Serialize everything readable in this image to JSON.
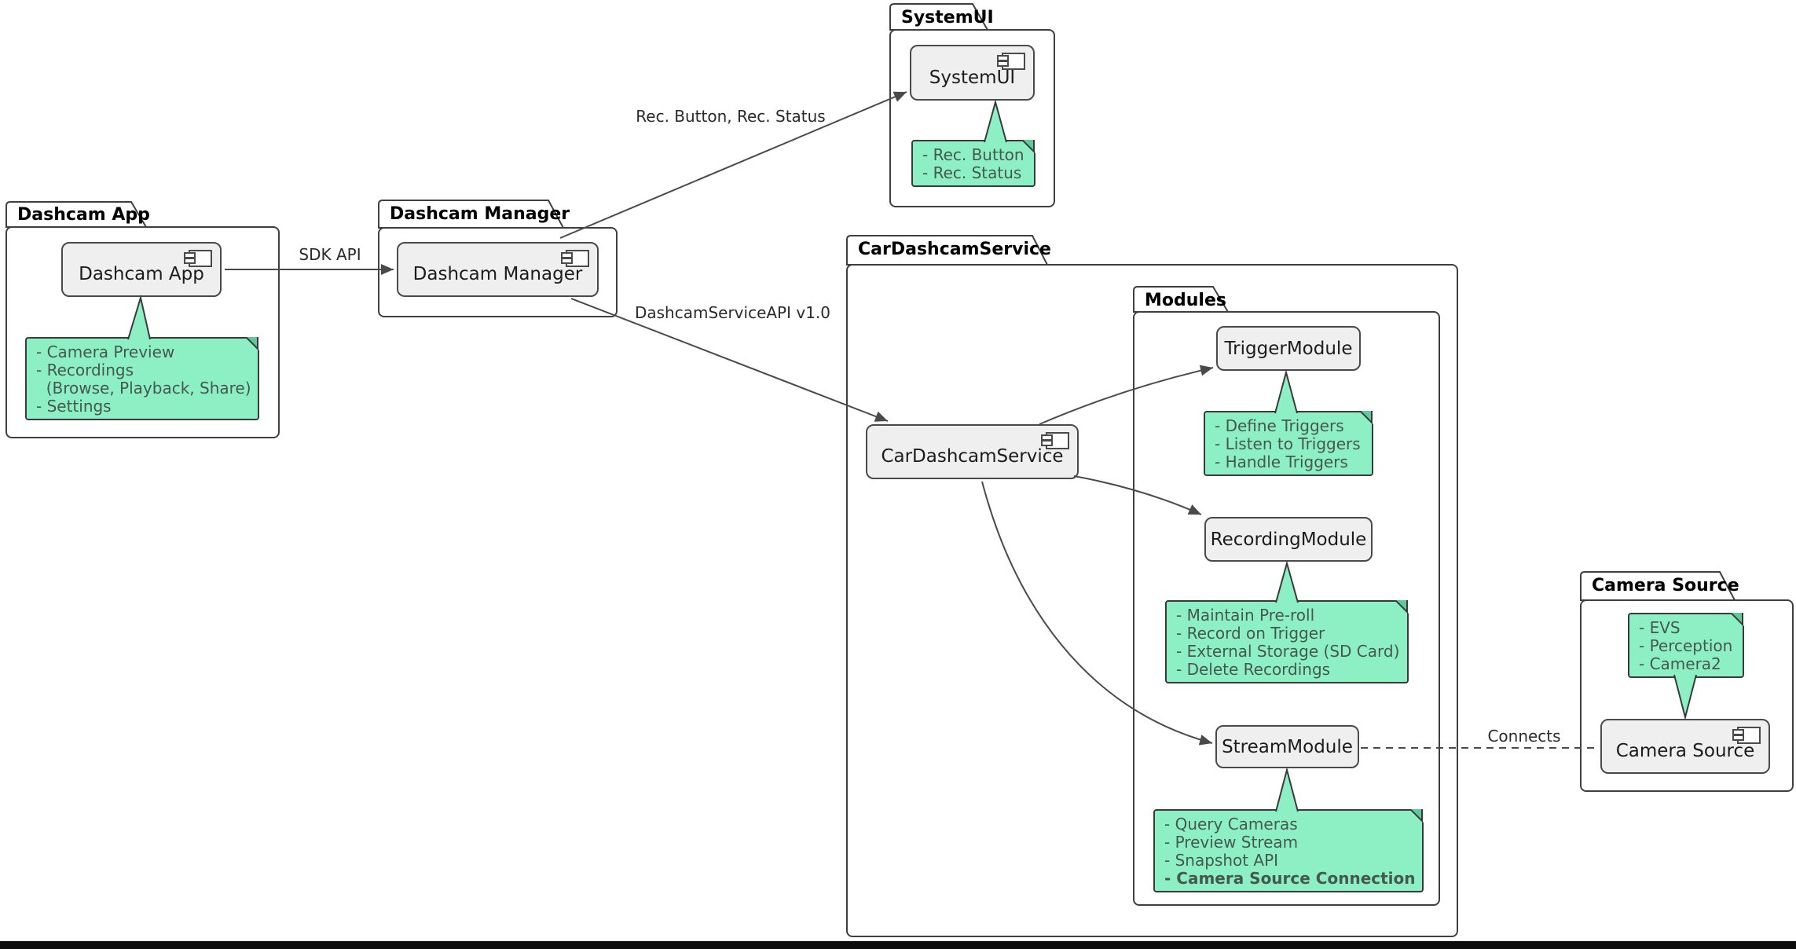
{
  "diagram": {
    "packages": {
      "dashcam_app": {
        "title": "Dashcam App"
      },
      "dashcam_manager": {
        "title": "Dashcam Manager"
      },
      "system_ui": {
        "title": "SystemUI"
      },
      "car_dashcam_service": {
        "title": "CarDashcamService"
      },
      "modules": {
        "title": "Modules"
      },
      "camera_source": {
        "title": "Camera Source"
      }
    },
    "components": {
      "dashcam_app": "Dashcam App",
      "dashcam_manager": "Dashcam Manager",
      "system_ui": "SystemUI",
      "car_dashcam_service": "CarDashcamService",
      "trigger_module": "TriggerModule",
      "recording_module": "RecordingModule",
      "stream_module": "StreamModule",
      "camera_source": "Camera Source"
    },
    "notes": {
      "dashcam_app": {
        "lines": [
          "- Camera Preview",
          "- Recordings",
          "  (Browse, Playback, Share)",
          "- Settings"
        ]
      },
      "system_ui": {
        "lines": [
          "- Rec. Button",
          "- Rec. Status"
        ]
      },
      "trigger": {
        "lines": [
          "- Define Triggers",
          "- Listen to Triggers",
          "- Handle Triggers"
        ]
      },
      "recording": {
        "lines": [
          "- Maintain Pre-roll",
          "- Record on Trigger",
          "- External Storage (SD Card)",
          "- Delete Recordings"
        ]
      },
      "stream": {
        "lines": [
          "- Query Cameras",
          "- Preview Stream",
          "- Snapshot API",
          "- Camera Source Connection"
        ]
      },
      "camera_source": {
        "lines": [
          "- EVS",
          "- Perception",
          "- Camera2"
        ]
      }
    },
    "edges": {
      "sdk_api": "SDK API",
      "rec_button_status": "Rec. Button, Rec. Status",
      "dashcam_service_api": "DashcamServiceAPI v1.0",
      "connects": "Connects"
    },
    "colors": {
      "note_fill": "#8DF0C5",
      "note_border": "#3A3A3A",
      "component_fill": "#EFEFEF",
      "component_border": "#4A4A4A",
      "arrow": "#4A4A4A",
      "bottom_bar": "#0D0D0D"
    }
  }
}
